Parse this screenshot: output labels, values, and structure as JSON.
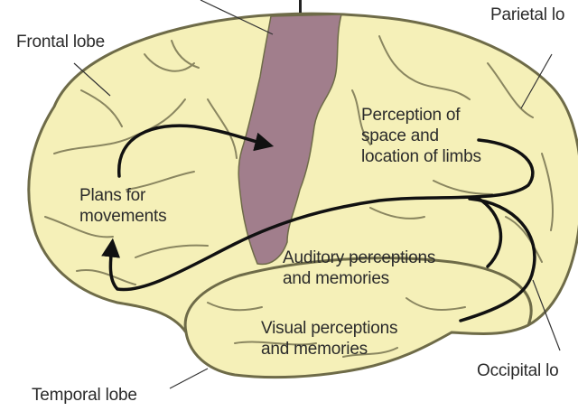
{
  "diagram": {
    "colors": {
      "brain_fill": "#f5f0b8",
      "brain_outline": "#6e6b48",
      "motor_cortex": "#a17e8c",
      "arrow": "#111111",
      "text": "#2b2b2b"
    },
    "labels": {
      "frontal_lobe": "Frontal lobe",
      "parietal_lobe": "Parietal lo",
      "occipital_lobe": "Occipital lo",
      "temporal_lobe": "Temporal lobe",
      "plans": [
        "Plans for",
        "movements"
      ],
      "space": [
        "Perception of",
        "space and",
        "location of limbs"
      ],
      "auditory": [
        "Auditory perceptions",
        "and memories"
      ],
      "visual": [
        "Visual perceptions",
        "and memories"
      ]
    }
  }
}
